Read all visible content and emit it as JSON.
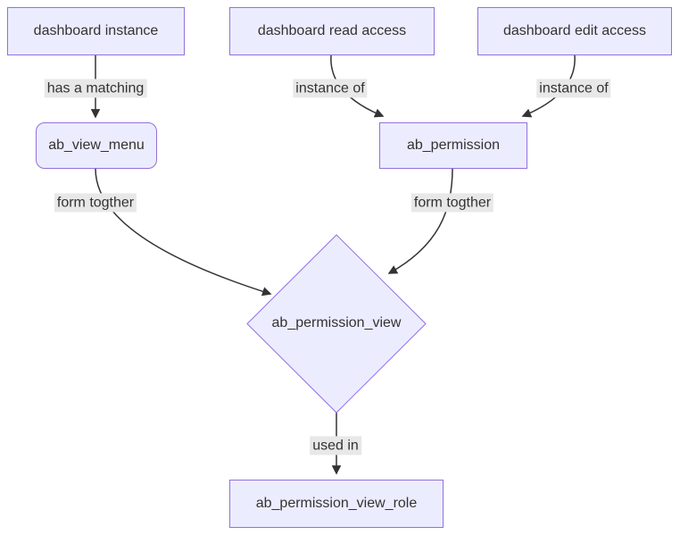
{
  "diagram": {
    "type": "flowchart",
    "nodes": {
      "dashboard_instance": {
        "label": "dashboard instance",
        "shape": "rectangle"
      },
      "dashboard_read_access": {
        "label": "dashboard read access",
        "shape": "rectangle"
      },
      "dashboard_edit_access": {
        "label": "dashboard edit access",
        "shape": "rectangle"
      },
      "ab_view_menu": {
        "label": "ab_view_menu",
        "shape": "rounded-rectangle"
      },
      "ab_permission": {
        "label": "ab_permission",
        "shape": "rectangle"
      },
      "ab_permission_view": {
        "label": "ab_permission_view",
        "shape": "diamond"
      },
      "ab_permission_view_role": {
        "label": "ab_permission_view_role",
        "shape": "rectangle"
      }
    },
    "edges": [
      {
        "from": "dashboard_instance",
        "to": "ab_view_menu",
        "label": "has a matching"
      },
      {
        "from": "dashboard_read_access",
        "to": "ab_permission",
        "label": "instance of"
      },
      {
        "from": "dashboard_edit_access",
        "to": "ab_permission",
        "label": "instance of"
      },
      {
        "from": "ab_view_menu",
        "to": "ab_permission_view",
        "label": "form togther"
      },
      {
        "from": "ab_permission",
        "to": "ab_permission_view",
        "label": "form togther"
      },
      {
        "from": "ab_permission_view",
        "to": "ab_permission_view_role",
        "label": "used in"
      }
    ]
  },
  "colors": {
    "canvas_bg": "#ffffff",
    "node_fill": "#ECECFF",
    "node_border": "#9370DB",
    "edge_color": "#333333",
    "label_bg": "#e8e8e8",
    "text_color": "#333333"
  }
}
